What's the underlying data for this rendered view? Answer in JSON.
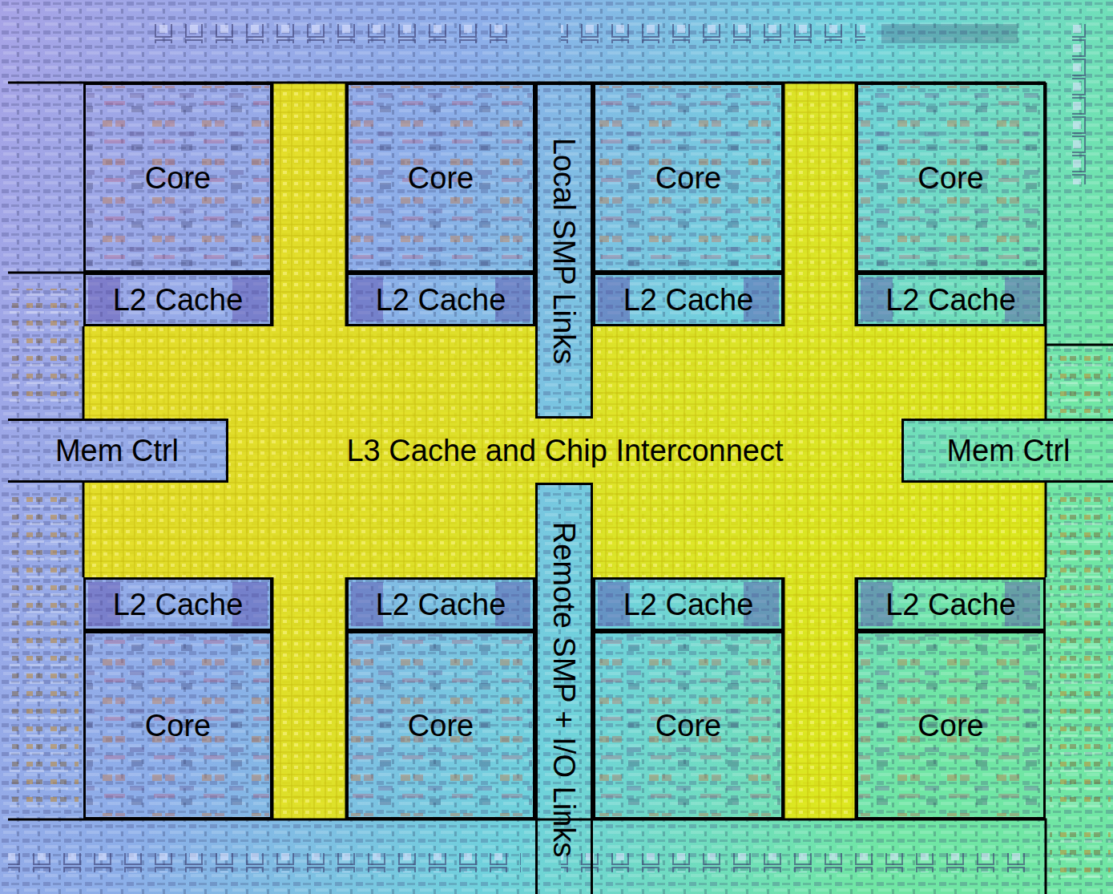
{
  "diagram": {
    "nodes": [
      {
        "text": [
          "Core"
        ]
      },
      {
        "text": [
          "Core"
        ]
      },
      {
        "text": [
          "Core"
        ]
      },
      {
        "text": [
          "Core"
        ]
      },
      {
        "text": [
          "L2 Cache"
        ]
      },
      {
        "text": [
          "L2 Cache"
        ]
      },
      {
        "text": [
          "L2 Cache"
        ]
      },
      {
        "text": [
          "L2 Cache"
        ]
      },
      {
        "text": [
          "Local SMP Links"
        ]
      },
      {
        "text": [
          "Mem Ctrl"
        ]
      },
      {
        "text": [
          "L3 Cache and Chip Interconnect"
        ]
      },
      {
        "text": [
          "Mem Ctrl"
        ]
      },
      {
        "text": [
          "Remote SMP + I/O Links"
        ]
      },
      {
        "text": [
          "L2 Cache"
        ]
      },
      {
        "text": [
          "L2 Cache"
        ]
      },
      {
        "text": [
          "L2 Cache"
        ]
      },
      {
        "text": [
          "L2 Cache"
        ]
      },
      {
        "text": [
          "Core"
        ]
      },
      {
        "text": [
          "Core"
        ]
      },
      {
        "text": [
          "Core"
        ]
      },
      {
        "text": [
          "Core"
        ]
      }
    ]
  }
}
